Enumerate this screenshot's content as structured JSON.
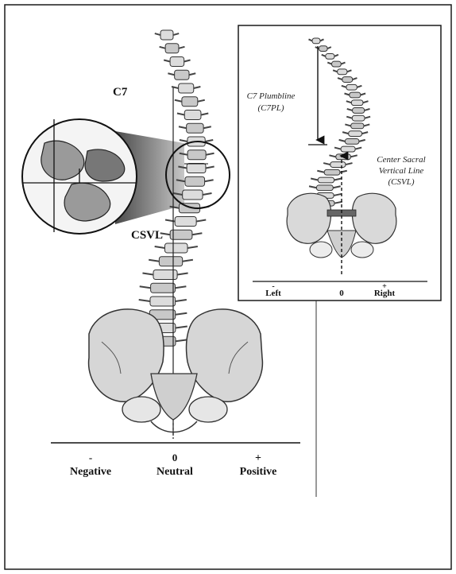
{
  "main_figure": {
    "labels": {
      "c7": "C7",
      "csvl": "CSVL"
    },
    "axis": {
      "negative_sign": "-",
      "neutral_value": "0",
      "positive_sign": "+",
      "negative": "Negative",
      "neutral": "Neutral",
      "positive": "Positive"
    }
  },
  "inset_figure": {
    "labels": {
      "c7pl_line1": "C7 Plumbline",
      "c7pl_line2": "(C7PL)",
      "csvl_line1": "Center Sacral",
      "csvl_line2": "Vertical Line",
      "csvl_line3": "(CSVL)"
    },
    "axis": {
      "left_sign": "-",
      "left": "Left",
      "zero": "0",
      "right_sign": "+",
      "right": "Right"
    }
  },
  "colors": {
    "border": "#1a1a1a",
    "bone_fill": "#d4d4d4",
    "bone_stroke": "#333333",
    "zoom_gradient_dark": "#2a2a2a",
    "zoom_gradient_light": "#bfbfbf"
  }
}
